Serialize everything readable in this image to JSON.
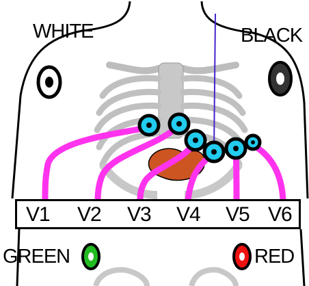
{
  "labels": {
    "white": "WHITE",
    "black": "BLACK",
    "green": "GREEN",
    "red": "RED"
  },
  "precordial_leads": [
    "V1",
    "V2",
    "V3",
    "V4",
    "V5",
    "V6"
  ],
  "colors": {
    "lead_wire": "#ff33ee",
    "electrode_fill": "#22ccee",
    "green_electrode": "#22bb22",
    "red_electrode": "#ee1111",
    "pointer_line": "#4422cc",
    "skeleton": "#c8c8c8",
    "heart": "#cc5522"
  }
}
